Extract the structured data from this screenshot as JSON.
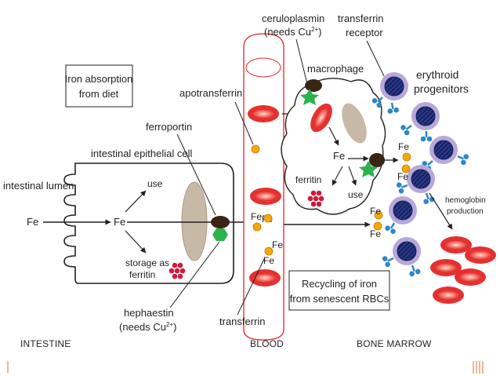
{
  "sections": {
    "intestine": "INTESTINE",
    "blood": "BLOOD",
    "bone_marrow": "BONE MARROW"
  },
  "boxes": {
    "absorption_line1": "Iron absorption",
    "absorption_line2": "from diet",
    "recycling_line1": "Recycling of iron",
    "recycling_line2": "from senescent RBCs"
  },
  "labels": {
    "intestinal_epithelial_cell": "intestinal epithelial cell",
    "intestinal_lumen": "intestinal lumen",
    "ferroportin": "ferroportin",
    "apotransferrin": "apotransferrin",
    "ceruloplasmin": "ceruloplasmin",
    "ceruloplasmin_note": "(needs Cu",
    "copper_charge": "2+",
    "note_close": ")",
    "transferrin_receptor_line1": "transferrin",
    "transferrin_receptor_line2": "receptor",
    "macrophage": "macrophage",
    "erythroid_line1": "erythroid",
    "erythroid_line2": "progenitors",
    "hemoglobin_line1": "hemoglobin",
    "hemoglobin_line2": "production",
    "use": "use",
    "storage_line1": "storage as",
    "storage_line2": "ferritin",
    "ferritin": "ferritin",
    "hephaestin": "hephaestin",
    "hephaestin_note": "(needs Cu",
    "transferrin": "transferrin",
    "fe": "Fe"
  },
  "colors": {
    "rbc_red": "#e53030",
    "rbc_light": "#ffd0c8",
    "vessel": "#e8222b",
    "iron_orange": "#f5a70f",
    "ferroportin_brown": "#3a2414",
    "hephaestin_green": "#2bb24c",
    "nucleus_tan": "#c8b9a6",
    "erythroid_purple": "#b7a8d9",
    "erythroid_navy": "#1c2a78",
    "receptor_blue": "#2e86c8",
    "ferritin_red": "#d11a3a"
  },
  "icons": [
    "rbc-icon",
    "iron-atom-icon",
    "ferroportin-icon",
    "hephaestin-icon",
    "ceruloplasmin-icon",
    "transferrin-receptor-icon",
    "erythroid-cell-icon",
    "ferritin-cluster-icon",
    "slide-corner-mark-icon"
  ]
}
